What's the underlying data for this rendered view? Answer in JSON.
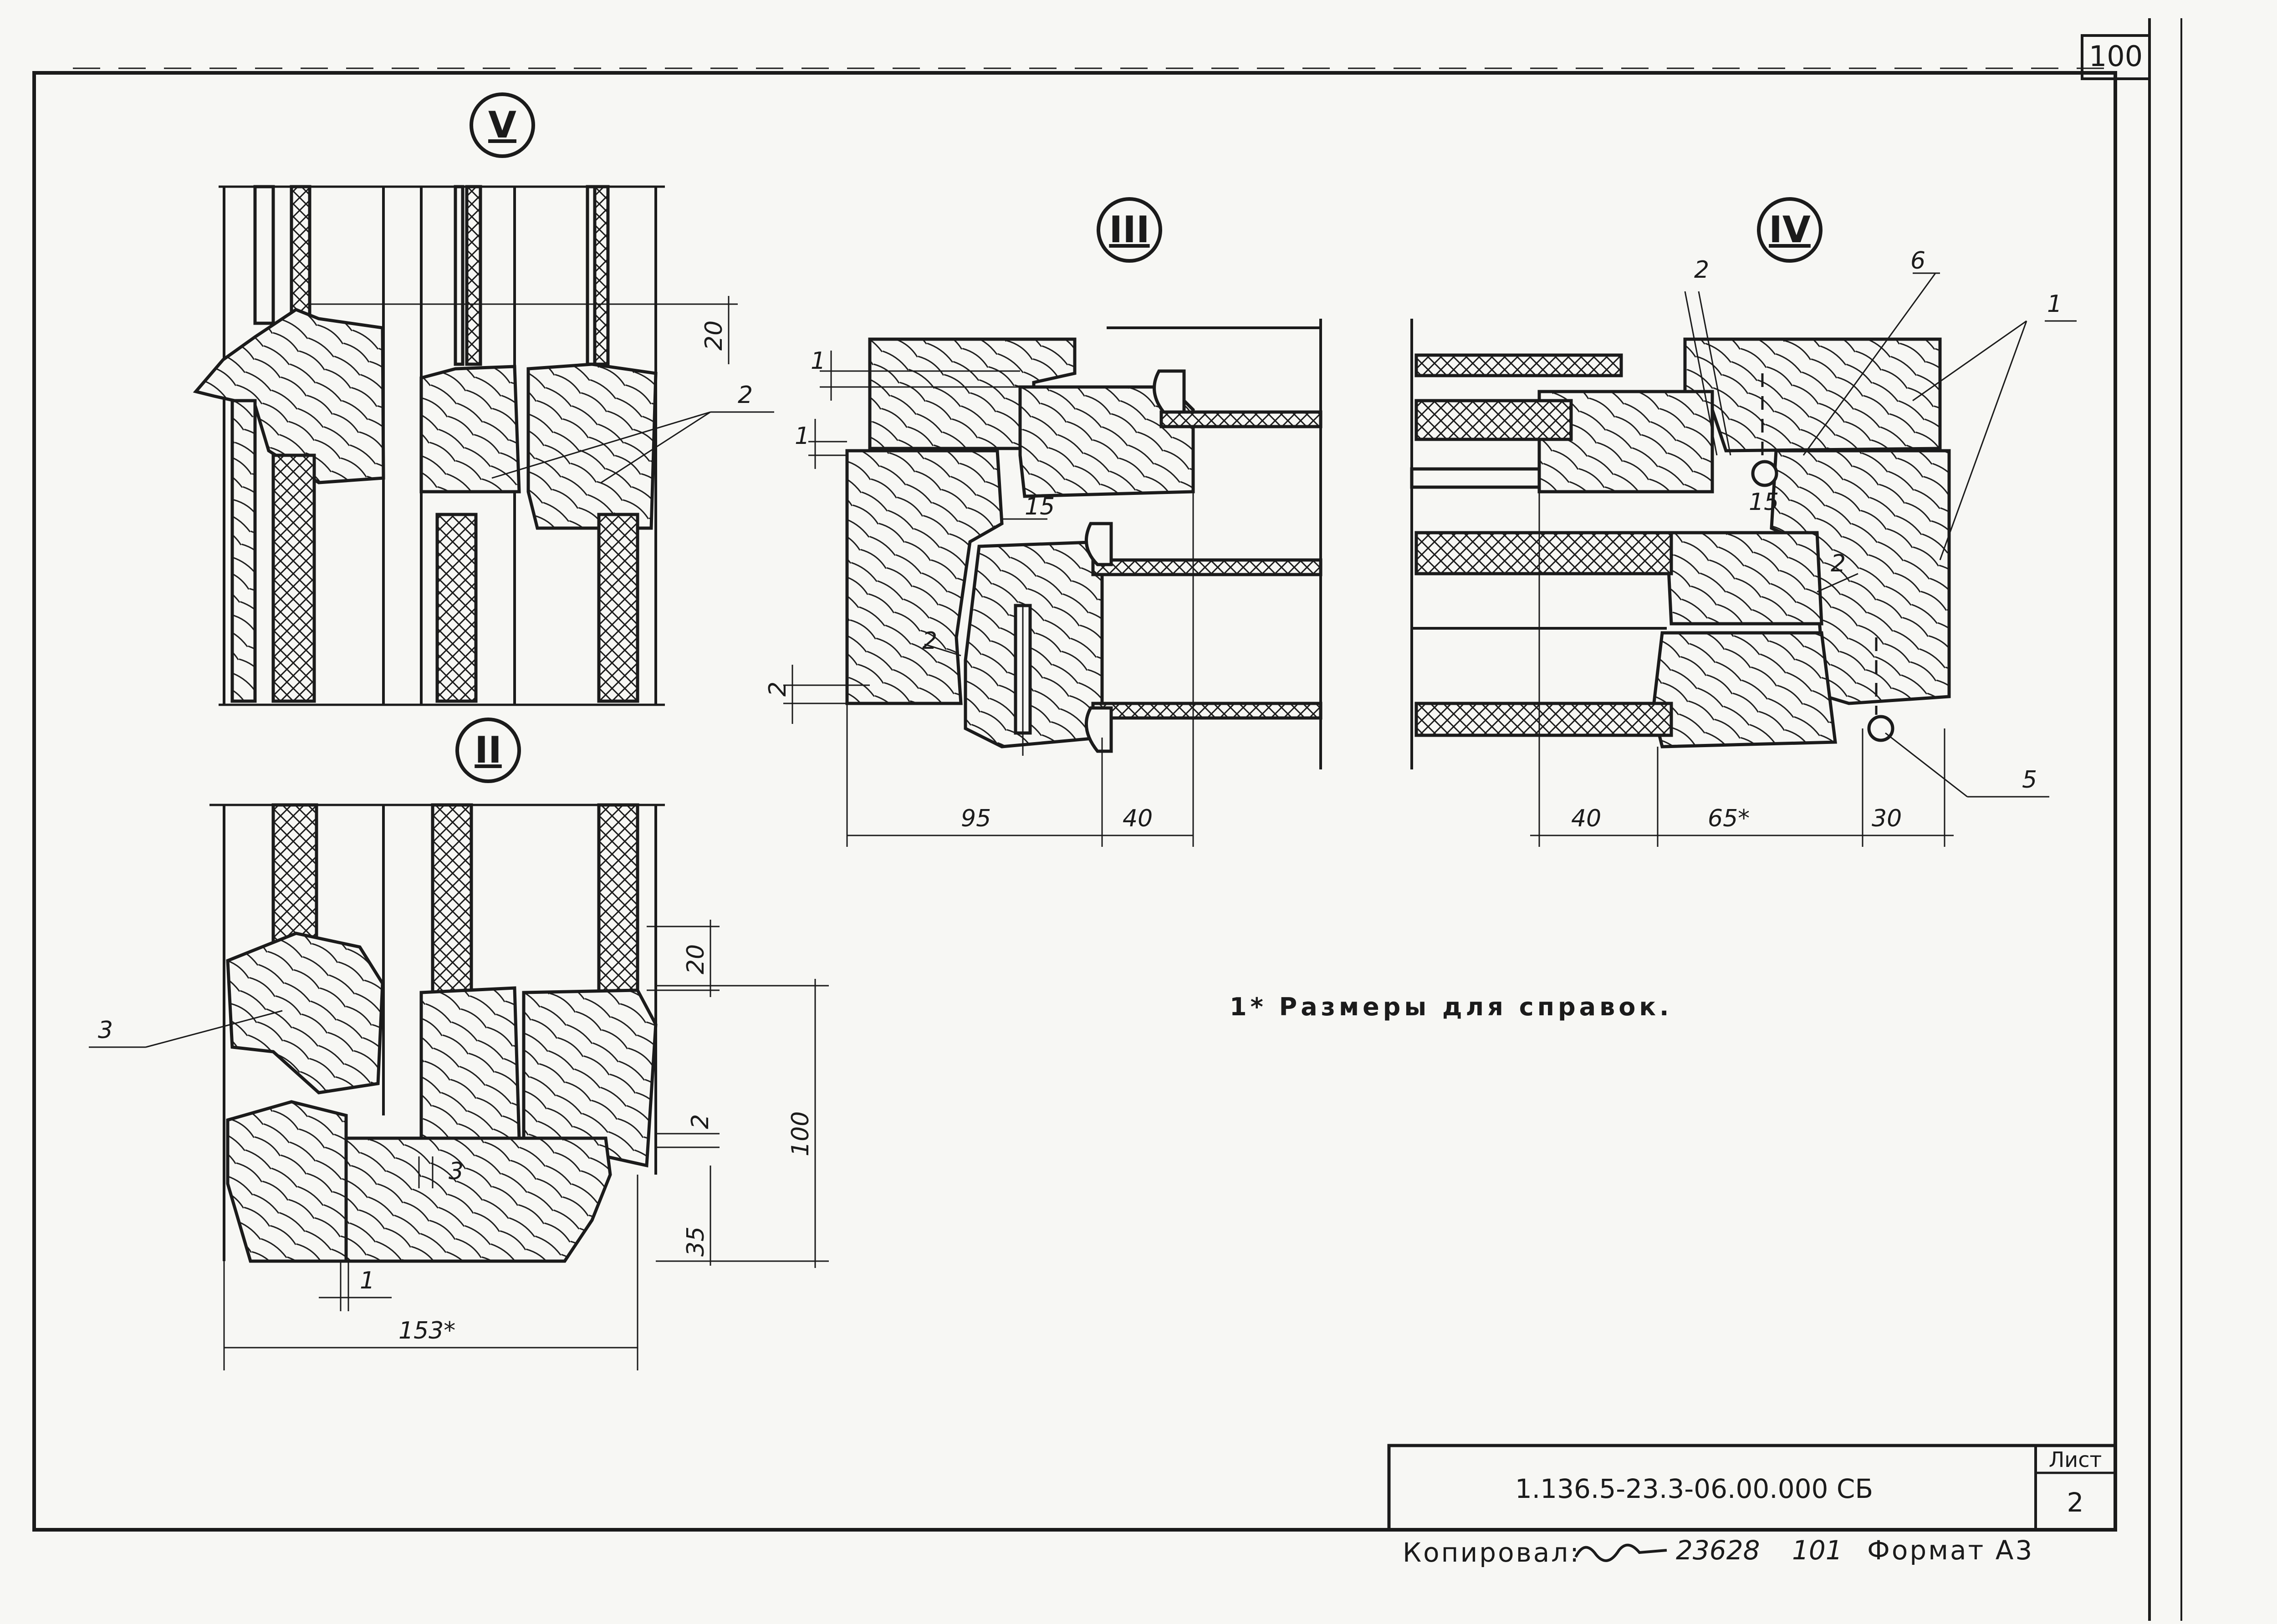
{
  "sheet": {
    "page_number": "100",
    "note": "1* Размеры для справок.",
    "title_block": {
      "designation": "1.136.5-23.3-06.00.000 СБ",
      "sheet_label": "Лист",
      "sheet_value": "2"
    },
    "footer": {
      "copied_label": "Копировал:",
      "inventory_number": "23628",
      "extra_number": "101",
      "format_label": "Формат А3"
    }
  },
  "views": {
    "v": {
      "label": "V"
    },
    "ii": {
      "label": "II"
    },
    "iii": {
      "label": "III"
    },
    "iv": {
      "label": "IV"
    }
  },
  "callouts": {
    "v_2": "2",
    "v_dim_20": "20",
    "ii_3": "3",
    "ii_dim_20": "20",
    "ii_dim_100": "100",
    "ii_dim_2": "2",
    "ii_dim_35": "35",
    "ii_dim_3": "3",
    "ii_dim_1": "1",
    "ii_dim_153": "153*",
    "iii_dim_1a": "1",
    "iii_dim_1b": "1",
    "iii_dim_15": "15",
    "iii_dim_2": "2",
    "iii_callout_2": "2",
    "iii_dim_95": "95",
    "iii_dim_40": "40",
    "iv_dim_2": "2",
    "iv_callout_6": "6",
    "iv_callout_1": "1",
    "iv_dim_15": "15",
    "iv_callout_2": "2",
    "iv_callout_5": "5",
    "iv_dim_40": "40",
    "iv_dim_65": "65*",
    "iv_dim_30": "30"
  }
}
